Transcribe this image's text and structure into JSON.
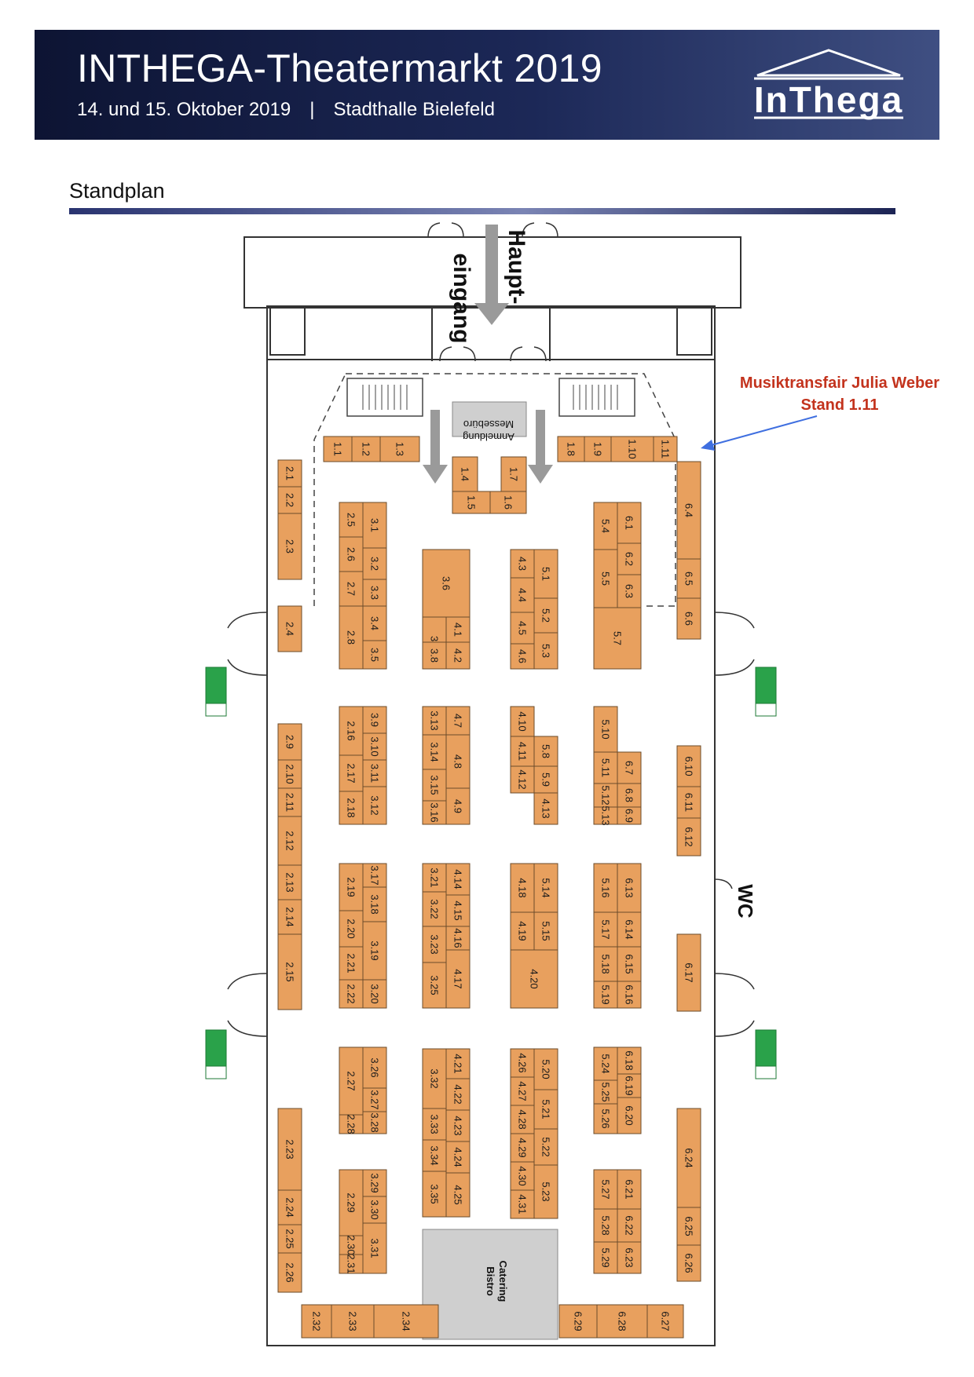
{
  "header": {
    "title": "INTHEGA-Theatermarkt 2019",
    "date": "14. und 15. Oktober 2019",
    "separator": "|",
    "venue": "Stadthalle Bielefeld",
    "logo_text": "InThega"
  },
  "section": {
    "title": "Standplan"
  },
  "labels": {
    "entrance_1": "Haupt-",
    "entrance_2": "eingang",
    "registration_1": "Anmeldung",
    "registration_2": "Messebüro",
    "catering_1": "Catering",
    "catering_2": "Bistro",
    "wc": "WC"
  },
  "callout": {
    "line1": "Musiktransfair Julia Weber",
    "line2": "Stand 1.11"
  },
  "colors": {
    "stand_fill": "#e8a05e",
    "stand_stroke": "#6b4b2a",
    "callout_text": "#c3331d",
    "arrow": "#3f6fe0",
    "exit_sign": "#2aa24a",
    "banner": "#0d1433"
  },
  "stands": [
    "1.1",
    "1.2",
    "1.3",
    "1.4",
    "1.5",
    "1.6",
    "1.7",
    "1.8",
    "1.9",
    "1.10",
    "1.11",
    "2.1",
    "2.2",
    "2.3",
    "2.4",
    "2.5",
    "2.6",
    "2.7",
    "2.8",
    "2.9",
    "2.10",
    "2.11",
    "2.12",
    "2.13",
    "2.14",
    "2.15",
    "2.16",
    "2.17",
    "2.18",
    "2.19",
    "2.20",
    "2.21",
    "2.22",
    "2.23",
    "2.24",
    "2.25",
    "2.26",
    "2.27",
    "2.28",
    "2.29",
    "2.30",
    "2.31",
    "2.32",
    "2.33",
    "2.34",
    "3.1",
    "3.2",
    "3.3",
    "3.4",
    "3.5",
    "3.6",
    "3.7",
    "3.8",
    "3.9",
    "3.10",
    "3.11",
    "3.12",
    "3.13",
    "3.14",
    "3.15",
    "3.16",
    "3.17",
    "3.18",
    "3.19",
    "3.20",
    "3.21",
    "3.22",
    "3.23",
    "3.25",
    "3.26",
    "3.27",
    "3.28",
    "3.29",
    "3.30",
    "3.31",
    "3.32",
    "3.33",
    "3.34",
    "3.35",
    "4.1",
    "4.2",
    "4.3",
    "4.4",
    "4.5",
    "4.6",
    "4.7",
    "4.8",
    "4.9",
    "4.10",
    "4.11",
    "4.12",
    "4.13",
    "4.14",
    "4.15",
    "4.16",
    "4.17",
    "4.18",
    "4.19",
    "4.20",
    "4.21",
    "4.22",
    "4.23",
    "4.24",
    "4.25",
    "4.26",
    "4.27",
    "4.28",
    "4.29",
    "4.30",
    "4.31",
    "5.1",
    "5.2",
    "5.3",
    "5.4",
    "5.5",
    "5.7",
    "5.8",
    "5.9",
    "5.10",
    "5.11",
    "5.12",
    "5.13",
    "5.14",
    "5.15",
    "5.16",
    "5.17",
    "5.18",
    "5.19",
    "5.20",
    "5.21",
    "5.22",
    "5.23",
    "5.24",
    "5.25",
    "5.26",
    "5.27",
    "5.28",
    "5.29",
    "6.1",
    "6.2",
    "6.3",
    "6.4",
    "6.5",
    "6.6",
    "6.7",
    "6.8",
    "6.9",
    "6.10",
    "6.11",
    "6.12",
    "6.13",
    "6.14",
    "6.15",
    "6.16",
    "6.17",
    "6.18",
    "6.19",
    "6.20",
    "6.21",
    "6.22",
    "6.23",
    "6.24",
    "6.25",
    "6.26",
    "6.27",
    "6.28",
    "6.29"
  ]
}
